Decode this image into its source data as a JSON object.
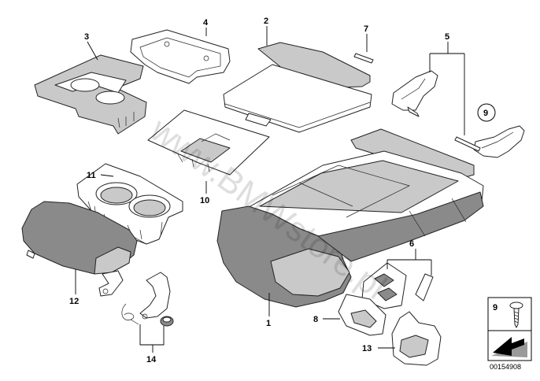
{
  "diagram": {
    "watermark": "www.BMWstore.pl",
    "document_number": "00154908",
    "callouts": [
      "1",
      "2",
      "3",
      "4",
      "5",
      "6",
      "7",
      "8",
      "9",
      "10",
      "11",
      "12",
      "13",
      "14"
    ],
    "legend": {
      "number": "9"
    }
  }
}
